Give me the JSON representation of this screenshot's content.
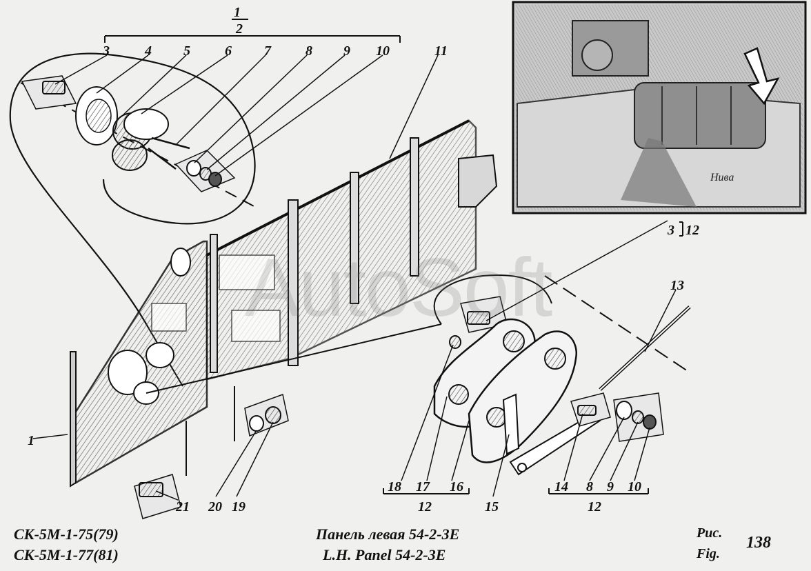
{
  "watermark": "AutoSoft",
  "callout_group": {
    "numerator": "1",
    "denominator": "2"
  },
  "parts": {
    "p1": "1",
    "p3": "3",
    "p4": "4",
    "p5": "5",
    "p6": "6",
    "p7": "7",
    "p8": "8",
    "p9": "9",
    "p10": "10",
    "p11": "11",
    "p13": "13",
    "p8b": "8",
    "p9b": "9",
    "p10b": "10",
    "p14": "14",
    "p15": "15",
    "p16": "16",
    "p17": "17",
    "p18": "18",
    "p19": "19",
    "p20": "20",
    "p21": "21",
    "p3top": "3",
    "p12top": "12",
    "g12a": "12",
    "g12b": "12"
  },
  "caption": {
    "model_line1": "СК-5М-1-75(79)",
    "model_line2": "СК-5М-1-77(81)",
    "title_ru": "Панель левая 54-2-3Е",
    "title_en": "L.H. Panel  54-2-3E",
    "fig_ru": "Рис.",
    "fig_en": "Fig.",
    "fig_number": "138"
  },
  "photo": {
    "signature_text": "Нива"
  }
}
